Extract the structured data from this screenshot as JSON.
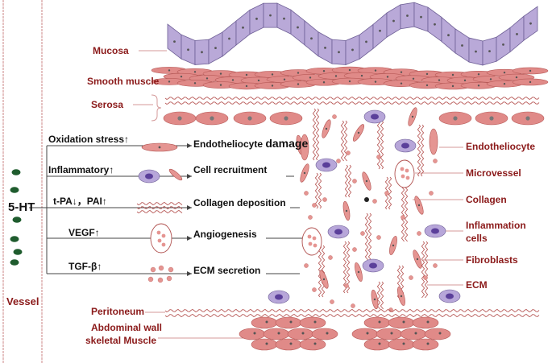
{
  "colors": {
    "epithelium_fill": "#b9a9d8",
    "epithelium_stroke": "#6e5f96",
    "muscle_fill": "#e08a88",
    "muscle_stroke": "#b85a58",
    "cell_fill": "#e59592",
    "cell_stroke": "#b0504e",
    "nucleus": "#555555",
    "inflammation_fill": "#b7a6d9",
    "inflammation_nucleus": "#5b3f9a",
    "label_red": "#8b1a1a",
    "vessel_line": "#d49a9a",
    "serotonin": "#1f5c2e",
    "arrow": "#444444"
  },
  "left": {
    "vessel_label": "Vessel",
    "serotonin_label": "5-HT"
  },
  "pathways": [
    {
      "factor": "Oxidation stress↑",
      "effect_prefix": "Endotheliocyte ",
      "effect_suffix": "damage",
      "icon": "endotheliocyte-icon"
    },
    {
      "factor": "Inflammatory↑",
      "effect_prefix": "Cell recruitment",
      "effect_suffix": "",
      "icon": "inflammatory-cells-icon"
    },
    {
      "factor": "t-PA↓，PAI↑",
      "effect_prefix": "Collagen deposition",
      "effect_suffix": "",
      "icon": "collagen-icon"
    },
    {
      "factor": "VEGF↑",
      "effect_prefix": "Angiogenesis",
      "effect_suffix": "",
      "icon": "microvessel-icon"
    },
    {
      "factor": "TGF-β↑",
      "effect_prefix": "ECM secretion",
      "effect_suffix": "",
      "icon": "ecm-icon"
    }
  ],
  "layers": {
    "mucosa": "Mucosa",
    "smooth_muscle": "Smooth muscle",
    "serosa": "Serosa",
    "peritoneum": "Peritoneum",
    "abdominal_wall_line1": "Abdominal wall",
    "abdominal_wall_line2": "skeletal Muscle"
  },
  "legend": {
    "endotheliocyte": "Endotheliocyte",
    "microvessel": "Microvessel",
    "collagen": "Collagen",
    "inflammation_line1": "Inflammation",
    "inflammation_line2": "cells",
    "fibroblasts": "Fibroblasts",
    "ecm": "ECM"
  }
}
